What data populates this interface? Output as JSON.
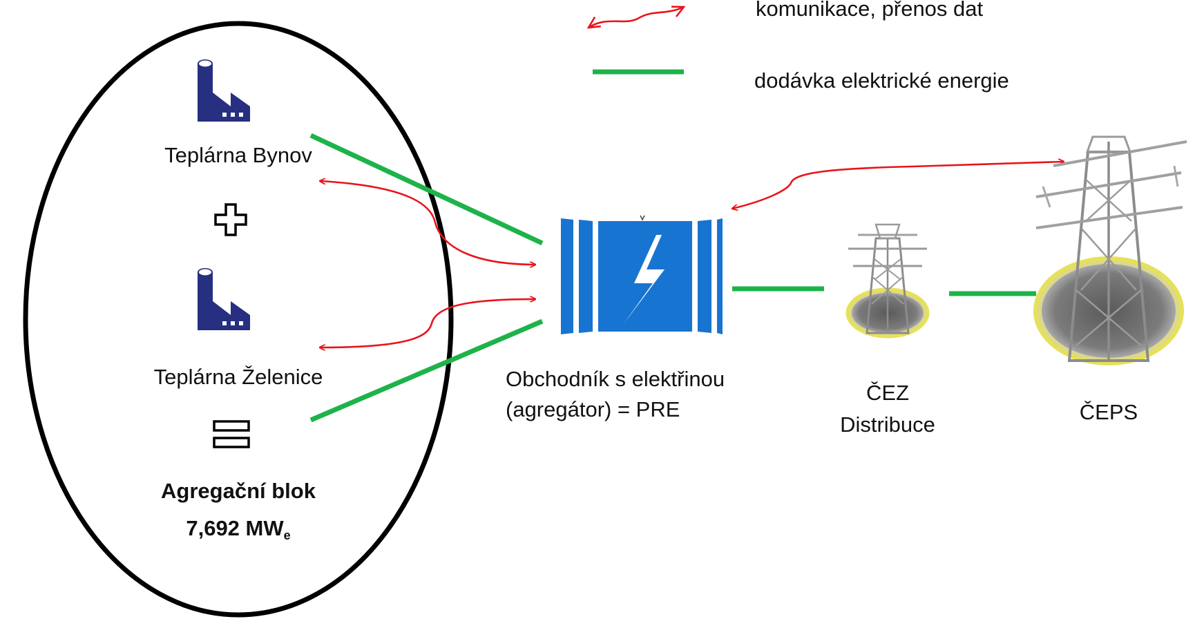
{
  "legend": {
    "communication_label": "komunikace, přenos dat",
    "supply_label": "dodávka elektrické energie",
    "communication_color": "#e8141c",
    "supply_color": "#1db34a"
  },
  "aggregation_group": {
    "plant_1": "Teplárna Bynov",
    "plant_2": "Teplárna Želenice",
    "block_label": "Agregační blok",
    "block_value": "7,692 MW",
    "block_unit_subscript": "e"
  },
  "aggregator": {
    "line_1": "Obchodník s elektřinou",
    "line_2": "(agregátor) = PRE",
    "color": "#1874d1"
  },
  "distribution": {
    "line_1": "ČEZ",
    "line_2": "Distribuce"
  },
  "transmission": {
    "label": "ČEPS"
  },
  "colors": {
    "factory": "#262f80",
    "ellipse": "#000000"
  },
  "icons": [
    "factory-icon",
    "plus-icon",
    "equals-icon",
    "lightning-icon",
    "tower-icon"
  ]
}
